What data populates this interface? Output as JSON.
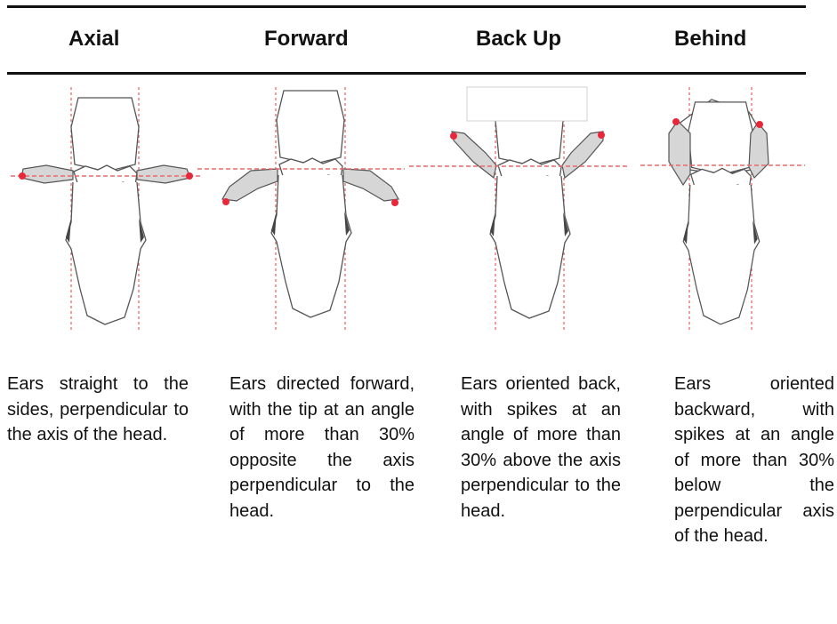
{
  "headers": [
    "Axial",
    "Forward",
    "Back Up",
    "Behind"
  ],
  "descriptions": [
    "Ears straight to the sides, perpendicular to the axis of the head.",
    "Ears directed forward, with the tip at an angle of more than 30% opposite the axis perpendicular to the head.",
    "Ears oriented back, with spikes at an angle of more than 30% above the axis perpendicular to the head.",
    "Ears oriented backward, with spikes at an angle of more than 30% below the perpendicular axis of the head."
  ],
  "colors": {
    "rule": "#111111",
    "guide_line": "#e86a6a",
    "ear_fill": "#d6d6d6",
    "outline": "#555555",
    "tip_marker": "#e8283a"
  }
}
